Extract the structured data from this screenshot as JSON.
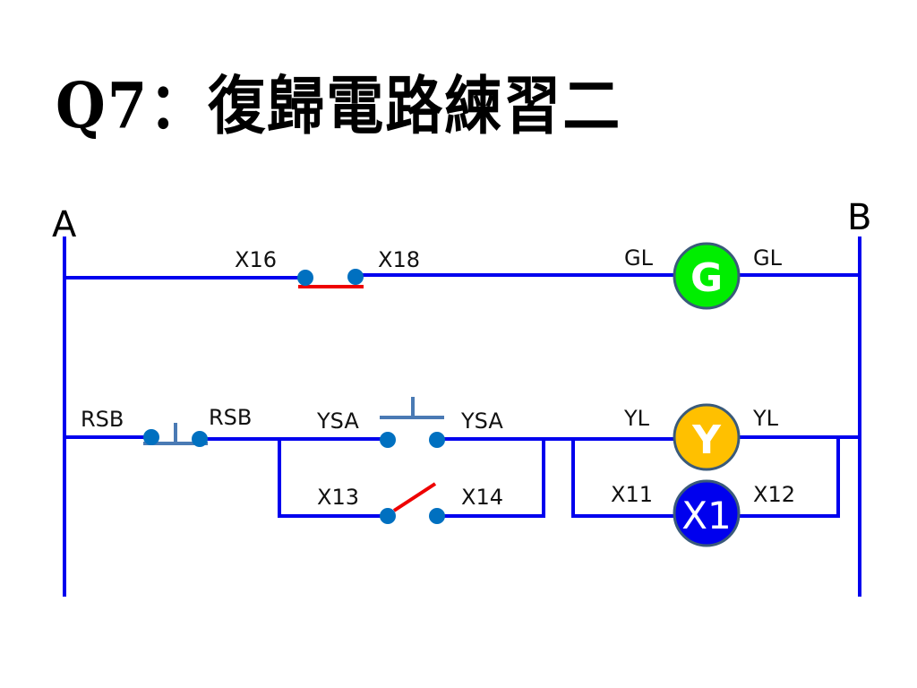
{
  "title": "Q7：復歸電路練習二",
  "rails": {
    "left": "A",
    "right": "B"
  },
  "colors": {
    "wire": "#0000ee",
    "contact": "#0070c0",
    "pushbutton": "#4a7ab4",
    "red_element": "#ee0000",
    "lamp_green": "#00ee00",
    "lamp_yellow": "#ffc000",
    "lamp_blue": "#0000ee",
    "lamp_border": "#3a5a7a"
  },
  "rung1": {
    "contact": {
      "left_label": "X16",
      "right_label": "X18",
      "type": "normally-closed"
    },
    "lamp": {
      "letter": "G",
      "left_label": "GL",
      "right_label": "GL",
      "color": "green"
    }
  },
  "rung2": {
    "pushbutton": {
      "left_label": "RSB",
      "right_label": "RSB",
      "type": "normally-closed pushbutton"
    },
    "start_button": {
      "left_label": "YSA",
      "right_label": "YSA",
      "type": "normally-open pushbutton"
    },
    "holding_contact": {
      "left_label": "X13",
      "right_label": "X14",
      "type": "normally-open contact"
    },
    "lamp": {
      "letter": "Y",
      "left_label": "YL",
      "right_label": "YL",
      "color": "yellow"
    },
    "relay": {
      "letter": "X1",
      "left_label": "X11",
      "right_label": "X12",
      "color": "blue"
    }
  }
}
